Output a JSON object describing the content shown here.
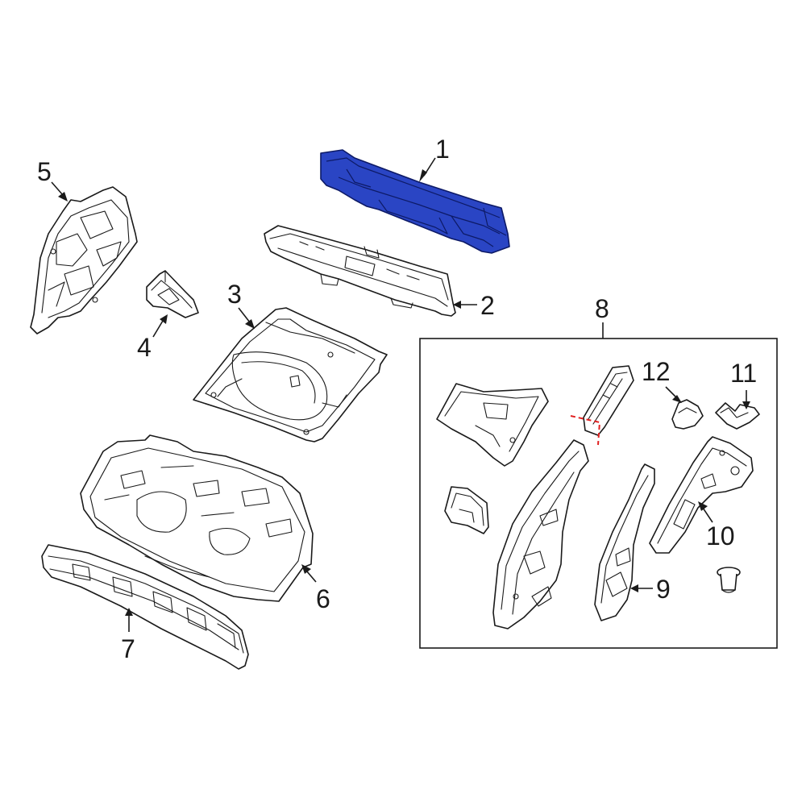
{
  "diagram": {
    "highlight_color": "#2a45c4",
    "cutline_color": "#e02020",
    "callouts": [
      {
        "id": "1",
        "label": "1"
      },
      {
        "id": "2",
        "label": "2"
      },
      {
        "id": "3",
        "label": "3"
      },
      {
        "id": "4",
        "label": "4"
      },
      {
        "id": "5",
        "label": "5"
      },
      {
        "id": "6",
        "label": "6"
      },
      {
        "id": "7",
        "label": "7"
      },
      {
        "id": "8",
        "label": "8"
      },
      {
        "id": "9",
        "label": "9"
      },
      {
        "id": "10",
        "label": "10"
      },
      {
        "id": "11",
        "label": "11"
      },
      {
        "id": "12",
        "label": "12"
      }
    ],
    "highlighted_part": "1"
  }
}
